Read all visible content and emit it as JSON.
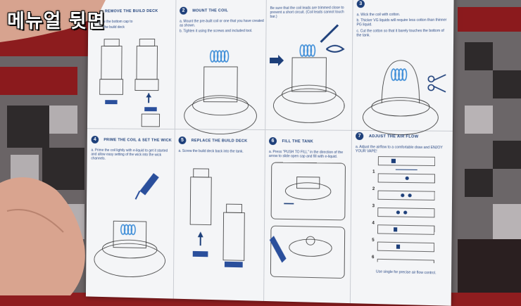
{
  "overlay_title": "메뉴얼 뒷면",
  "steps": [
    {
      "num": "1",
      "title": "REMOVE THE BUILD DECK",
      "lines": [
        "Unscrew the bottom cap to",
        "access the build deck"
      ]
    },
    {
      "num": "2",
      "title": "MOUNT THE COIL",
      "lines": [
        "a. Mount the pre-built coil or one that you have created as shown.",
        "b. Tighten it using the screws and included tool."
      ]
    },
    {
      "num": "",
      "title": "",
      "lines": [
        "Be sure that the coil leads are trimmed close to prevent a short circuit. (Coil leads cannot touch bar.)"
      ]
    },
    {
      "num": "3",
      "title": "",
      "lines": [
        "a. Wick the coil with cotton.",
        "b. Thicker VG liquids will require less cotton than thinner PG liquid.",
        "c. Cut the cotton so that it barely touches the bottom of the tank."
      ]
    },
    {
      "num": "4",
      "title": "PRIME THE COIL & SET THE WICK",
      "lines": [
        "a. Prime the coil lightly with e-liquid to get it started and allow easy setting of the wick into the wick channels."
      ]
    },
    {
      "num": "5",
      "title": "REPLACE THE BUILD DECK",
      "lines": [
        "a. Screw the build deck back into the tank."
      ]
    },
    {
      "num": "6",
      "title": "FILL THE TANK",
      "lines": [
        "a. Press \"PUSH TO FILL\" in the direction of the arrow to slide open cap and fill with e-liquid."
      ]
    },
    {
      "num": "7",
      "title": "ADJUST THE AIR FLOW",
      "lines": [
        "a. Adjust the airflow to a comfortable draw and ENJOY YOUR VAPE!"
      ]
    }
  ],
  "airflow_levels": [
    "1",
    "2",
    "3",
    "4",
    "5",
    "6"
  ],
  "airflow_note": "Use single for precise air flow control.",
  "colors": {
    "accent": "#1d3f7a",
    "coil": "#3f8ed8",
    "bottle": "#2a4f9c"
  }
}
